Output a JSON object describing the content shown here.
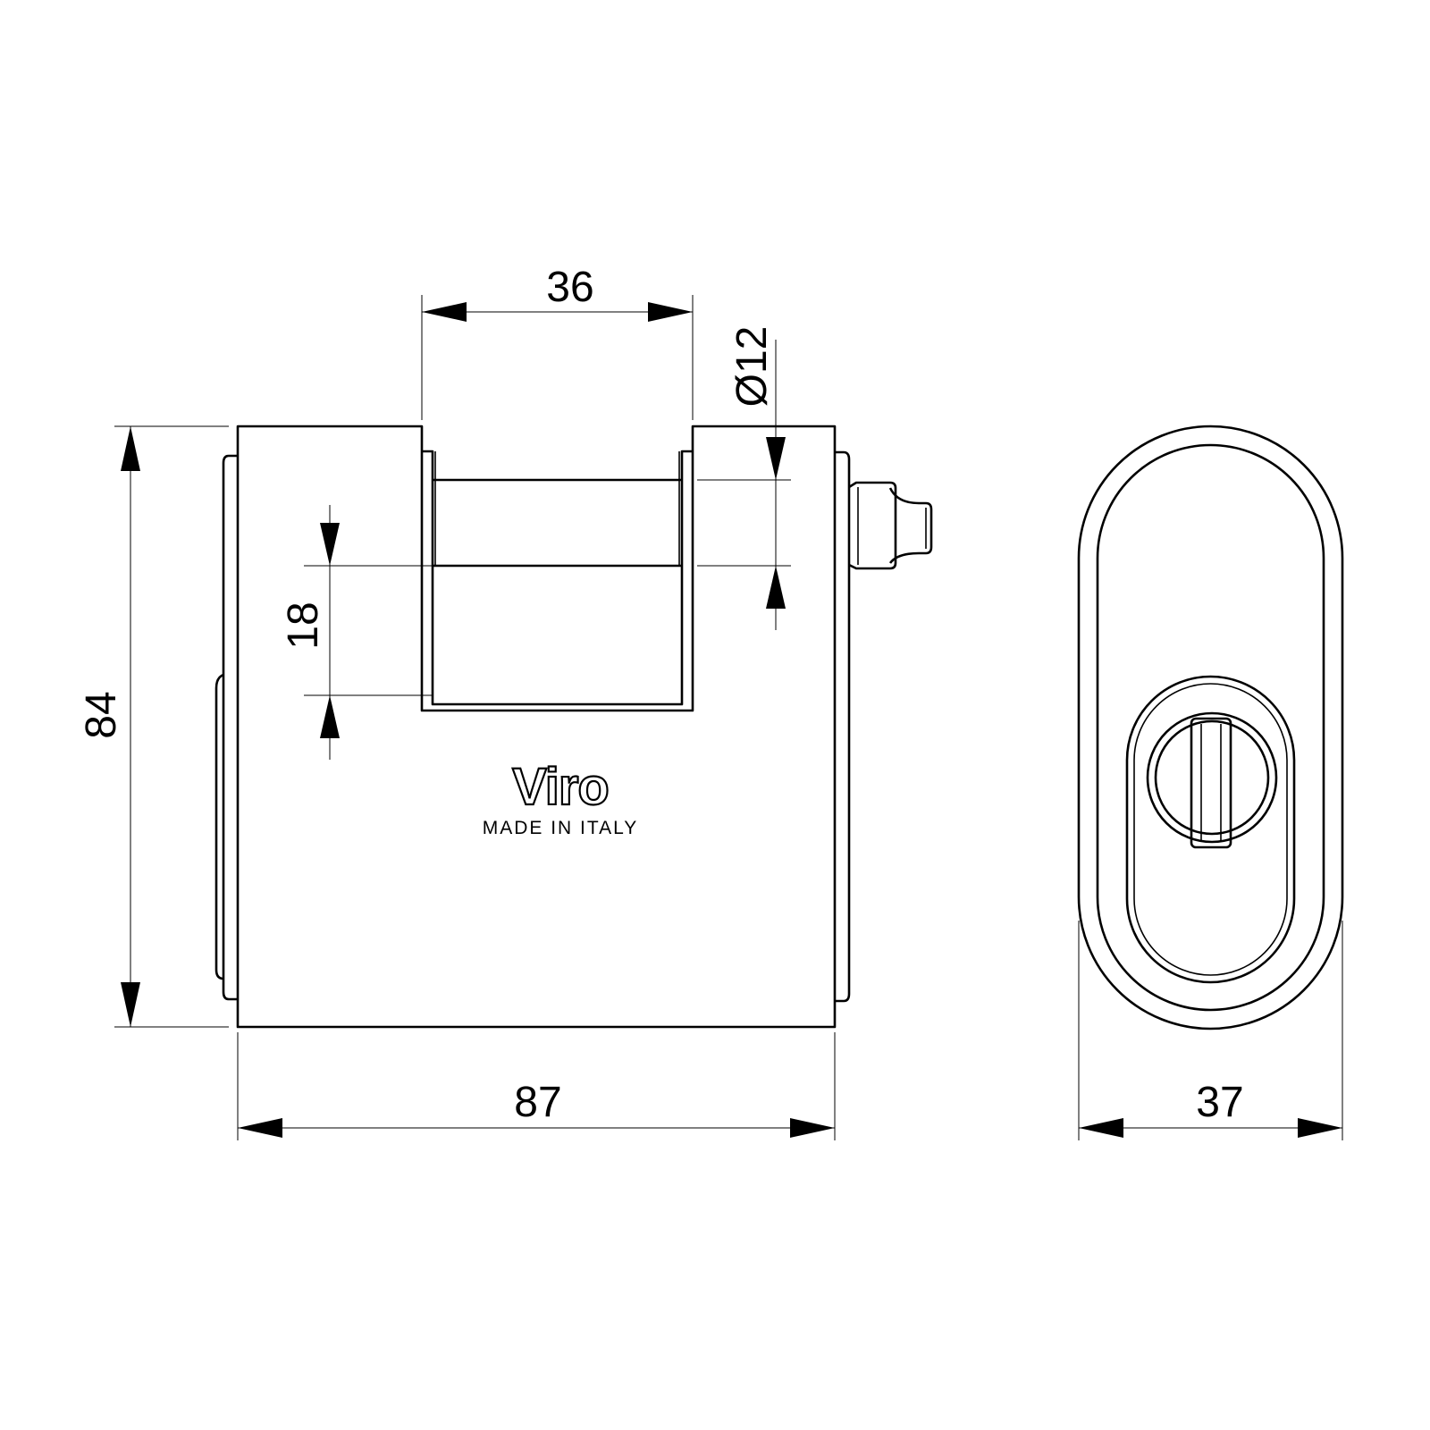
{
  "dimensions": {
    "shackle_width": "36",
    "shackle_diameter": "Ø12",
    "shackle_clearance": "18",
    "body_height": "84",
    "body_width": "87",
    "body_depth": "37"
  },
  "branding": {
    "logo": "Viro",
    "origin": "MADE IN ITALY"
  },
  "colors": {
    "line": "#000000",
    "background": "#ffffff"
  }
}
